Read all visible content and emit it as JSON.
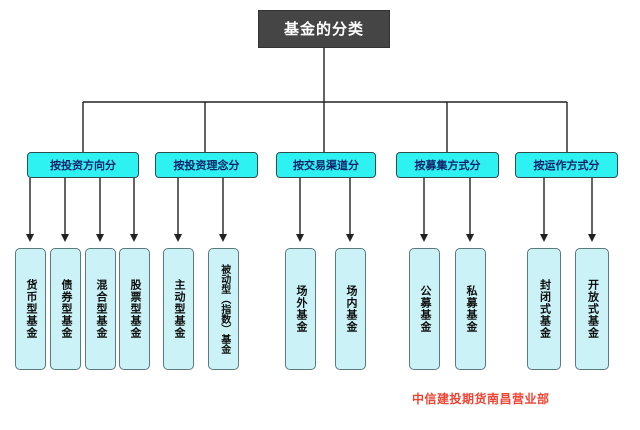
{
  "diagram": {
    "root": {
      "label": "基金的分类"
    },
    "categories": [
      {
        "label": "按投资方向分",
        "children": [
          {
            "label": "货币型基金"
          },
          {
            "label": "债券型基金"
          },
          {
            "label": "混合型基金"
          },
          {
            "label": "股票型基金"
          }
        ]
      },
      {
        "label": "按投资理念分",
        "children": [
          {
            "label": "主动型基金"
          },
          {
            "label": "被动型（指数）基金"
          }
        ]
      },
      {
        "label": "按交易渠道分",
        "children": [
          {
            "label": "场外基金"
          },
          {
            "label": "场内基金"
          }
        ]
      },
      {
        "label": "按募集方式分",
        "children": [
          {
            "label": "公募基金"
          },
          {
            "label": "私募基金"
          }
        ]
      },
      {
        "label": "按运作方式分",
        "children": [
          {
            "label": "封闭式基金"
          },
          {
            "label": "开放式基金"
          }
        ]
      }
    ],
    "footer": {
      "label": "中信建投期货南昌营业部"
    },
    "colors": {
      "root_fill": "#454545",
      "root_text": "#FFFFFF",
      "category_fill": "#2EF2F2",
      "category_text": "#11246B",
      "leaf_fill": "#CBF3F7",
      "leaf_text": "#101010",
      "connector": "#222222",
      "footer_text": "#EE4433",
      "background": "#FFFFFF"
    }
  }
}
